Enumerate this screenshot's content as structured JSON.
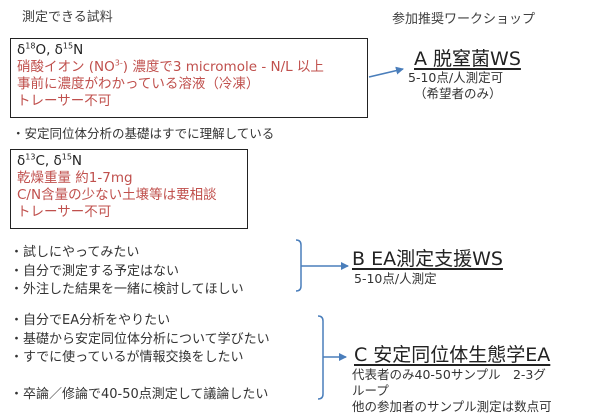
{
  "headers": {
    "left": "測定できる試料",
    "right": "参加推奨ワークショップ"
  },
  "box_a": {
    "isotopes": [
      "δ",
      "18",
      "O, δ",
      "15",
      "N"
    ],
    "lines": [
      [
        "硝酸イオン (NO",
        "3-",
        ") 濃度で3 micromole - N/L 以上"
      ],
      "事前に濃度がわかっている溶液（冷凍）",
      "トレーサー不可"
    ]
  },
  "note_a": "・安定同位体分析の基礎はすでに理解している",
  "box_b": {
    "isotopes": [
      "δ",
      "13",
      "C, δ",
      "15",
      "N"
    ],
    "lines": [
      "乾燥重量 約1-7mg",
      "C/N含量の少ない土壌等は要相談",
      "トレーサー不可"
    ]
  },
  "bullets_b": [
    "・試しにやってみたい",
    "・自分で測定する予定はない",
    "・外注した結果を一緒に検討してほしい"
  ],
  "bullets_c1": [
    "・自分でEA分析をやりたい",
    "・基礎から安定同位体分析について学びたい",
    "・すでに使っているが情報交換をしたい"
  ],
  "bullets_c2": "・卒論／修論で40-50点測定して議論したい",
  "workshops": {
    "a": {
      "title": "A 脱窒菌WS",
      "details": [
        "5-10点/人測定可",
        "（希望者のみ）"
      ]
    },
    "b": {
      "title": "B EA測定支援WS",
      "details": [
        "5-10点/人測定"
      ]
    },
    "c": {
      "title": "C 安定同位体生態学EA",
      "details": [
        "代表者のみ40-50サンプル　2-3グ",
        "ループ",
        "他の参加者のサンプル測定は数点可"
      ]
    }
  },
  "colors": {
    "red_text": "#c0504d",
    "arrow_blue": "#4a7ebb",
    "text_gray": "#404040"
  }
}
